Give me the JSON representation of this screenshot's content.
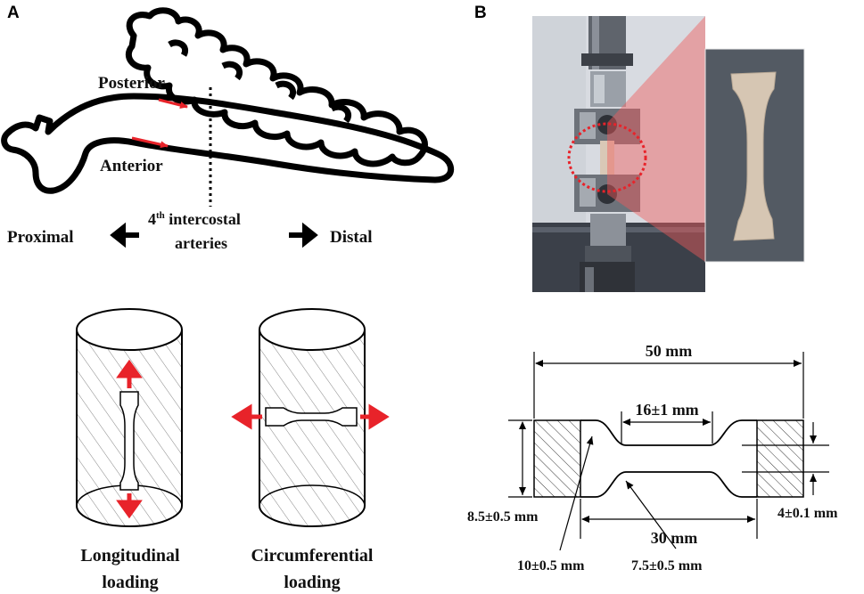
{
  "panels": {
    "a": "A",
    "b": "B"
  },
  "anatomy": {
    "posterior": "Posterior",
    "anterior": "Anterior",
    "intercostal_num": "4",
    "intercostal_sup": "th",
    "intercostal_rest": " intercostal",
    "arteries": "arteries",
    "proximal": "Proximal",
    "distal": "Distal"
  },
  "loading": {
    "longitudinal_1": "Longitudinal",
    "longitudinal_2": "loading",
    "circumferential_1": "Circumferential",
    "circumferential_2": "loading"
  },
  "dimensions": {
    "overall_length": "50 mm",
    "gauge_length": "16±1 mm",
    "grip_height": "8.5±0.5 mm",
    "gauge_width": "4±0.1 mm",
    "neck_length": "30 mm",
    "grip_length": "10±0.5 mm",
    "fillet_span": "7.5±0.5 mm"
  },
  "colors": {
    "arrow_red": "#e8232a",
    "outline": "#000000",
    "magnify": "#f25a5a"
  }
}
